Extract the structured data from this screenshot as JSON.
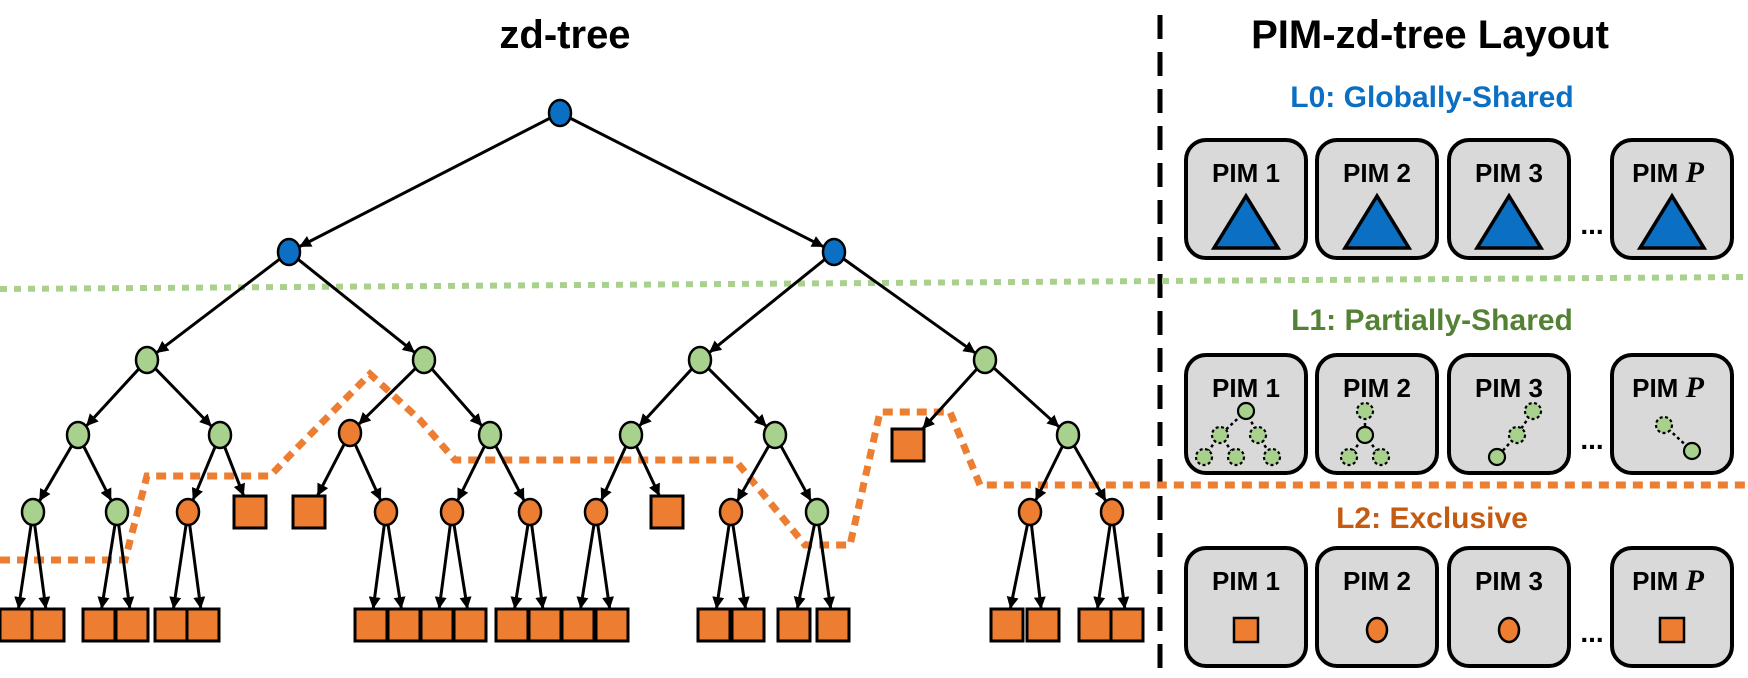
{
  "left_title": "zd-tree",
  "right_title": "PIM-zd-tree Layout",
  "levels": [
    {
      "label": "L0: Globally-Shared",
      "color": "#0b6fc3"
    },
    {
      "label": "L1: Partially-Shared",
      "color": "#548235"
    },
    {
      "label": "L2: Exclusive",
      "color": "#c55a11"
    }
  ],
  "pim_labels": [
    "PIM 1",
    "PIM 2",
    "PIM 3"
  ],
  "pim_last_prefix": "PIM",
  "pim_last_var": "P",
  "ellipsis": "...",
  "colors": {
    "l0_node": "#0b6fc3",
    "l1_node": "#a9d18e",
    "l2_node": "#ed7d31",
    "l1_line": "#a9d18e",
    "l2_line": "#ed7d31",
    "card_fill": "#d9d9d9",
    "divider": "#000000"
  }
}
